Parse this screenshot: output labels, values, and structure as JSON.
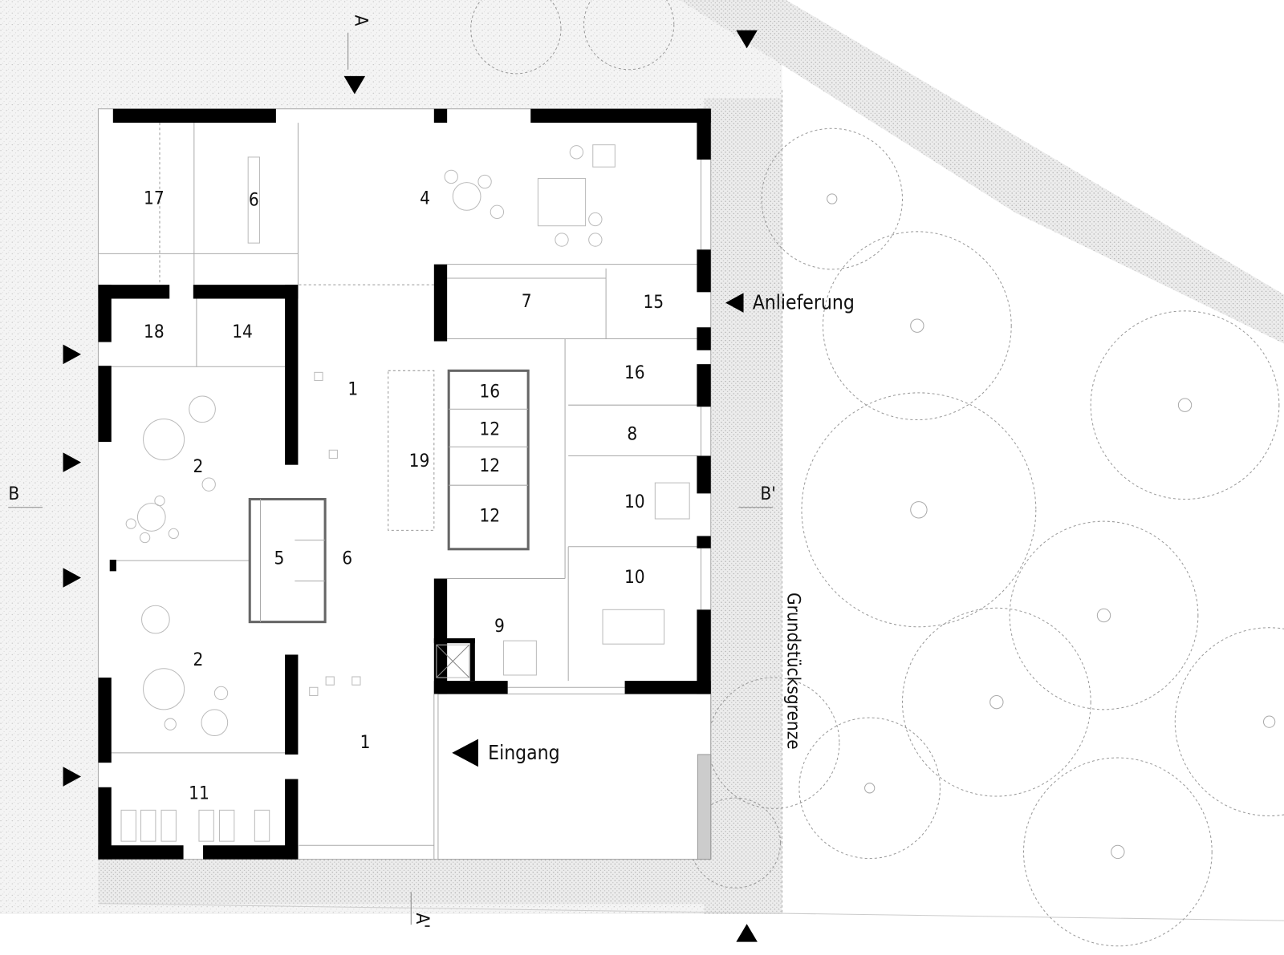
{
  "plan": {
    "rooms": [
      "17",
      "6",
      "4",
      "18",
      "14",
      "7",
      "15",
      "16",
      "1",
      "16",
      "12",
      "12",
      "12",
      "19",
      "2",
      "8",
      "10",
      "5",
      "6",
      "10",
      "9",
      "2",
      "1",
      "11"
    ],
    "labels": {
      "delivery": "Anlieferung",
      "entrance": "Eingang",
      "property_line": "Grundstücksgrenze",
      "section_a": "A",
      "section_a2": "A'",
      "section_b": "B",
      "section_b2": "B'"
    },
    "colors": {
      "wall": "#000000",
      "ground": "#f1f1f1",
      "line": "#aaaaaa"
    }
  }
}
